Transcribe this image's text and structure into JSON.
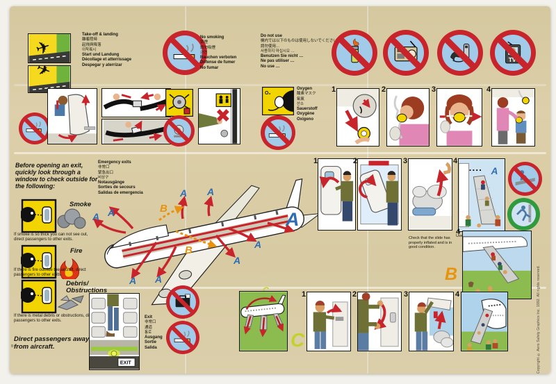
{
  "card": {
    "part_code": "B-7",
    "copyright": "Copyright © Aero Safety Graphics Inc. 1992. All rights reserved."
  },
  "top": {
    "takeoff_landing": [
      "Take-off & landing",
      "離着陸時",
      "起飛與降落",
      "이착륙시",
      "Start und Landung",
      "Décollage et atterrissage",
      "Despegar y aterrizar"
    ],
    "no_smoking": [
      "No smoking",
      "禁煙",
      "請勿吸煙",
      "금연",
      "Rauchen verboten",
      "Défense de fumer",
      "No fumar"
    ],
    "do_not_use": [
      "Do not use",
      "機内では以下のものは使用しないでください。",
      "請勿使用…",
      "사용하지 마십시오 …",
      "Benutzen Sie nicht …",
      "Ne pas utiliser …",
      "No use …"
    ],
    "oxygen": [
      "Oxygen",
      "酸素マスク",
      "氧氣",
      "산소",
      "Sauerstoff",
      "Oxygène",
      "Oxígeno"
    ],
    "o2_label": "O₂",
    "tv_label": "TV",
    "step_numbers": [
      "1",
      "2",
      "3",
      "4"
    ]
  },
  "middle": {
    "heading": "Before opening an exit, quickly look through a window to check outside for the following:",
    "smoke_label": "Smoke",
    "smoke_text": "If smoke is so thick you can not see out, direct passengers to other exits.",
    "fire_label": "Fire",
    "fire_text": "If there is fire outside the aircraft, direct passengers to other exits.",
    "debris_label": "Debris/\nObstructions",
    "debris_text": "If there is metal debris or obstructions, direct passengers to other exits.",
    "direct_away": "Direct passengers away from aircraft.",
    "emergency_exits": [
      "Emergency exits",
      "非常口",
      "緊急出口",
      "비상구",
      "Notausgänge",
      "Sorties de secours",
      "Salidas de emergencia"
    ],
    "route_letters": {
      "a": "A",
      "b": "B",
      "c": "C"
    },
    "door_step_numbers": [
      "1",
      "2",
      "3",
      "4"
    ],
    "upper_deck_step": "4",
    "check_slide_text": "Check that the slide has properly inflated and is in good condition.",
    "use_handles_text": "Use handles to stabilize slide."
  },
  "bottom": {
    "exit_block": [
      "Exit",
      "非常口",
      "通道",
      "통로",
      "Ausgang",
      "Sortie",
      "Salida"
    ],
    "exit_sign": "EXIT",
    "window_step_numbers": [
      "1",
      "2",
      "3",
      "4"
    ]
  }
}
